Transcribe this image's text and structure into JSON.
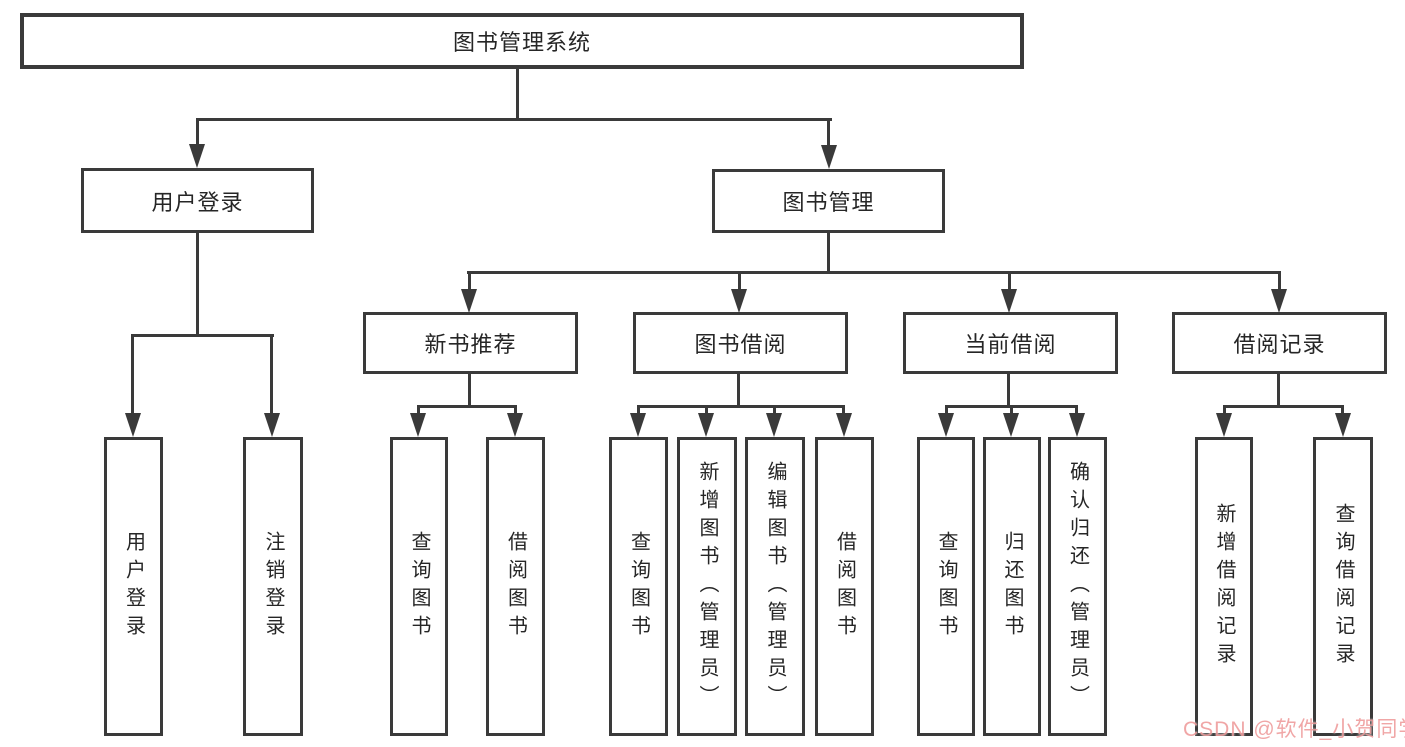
{
  "diagram": {
    "line_color": "#3a3a3a",
    "box_fill": "#ffffff",
    "text_color": "#262626",
    "root": {
      "label": "图书管理系统"
    },
    "level2": [
      {
        "label": "用户登录"
      },
      {
        "label": "图书管理"
      }
    ],
    "level3": [
      {
        "label": "新书推荐"
      },
      {
        "label": "图书借阅"
      },
      {
        "label": "当前借阅"
      },
      {
        "label": "借阅记录"
      }
    ],
    "leaves": {
      "user_login": [
        {
          "label": "用户登录"
        },
        {
          "label": "注销登录"
        }
      ],
      "new_book_recommend": [
        {
          "label": "查询图书"
        },
        {
          "label": "借阅图书"
        }
      ],
      "book_borrow": [
        {
          "label": "查询图书"
        },
        {
          "label": "新增图书（管理员）"
        },
        {
          "label": "编辑图书（管理员）"
        },
        {
          "label": "借阅图书"
        }
      ],
      "current_borrow": [
        {
          "label": "查询图书"
        },
        {
          "label": "归还图书"
        },
        {
          "label": "确认归还（管理员）"
        }
      ],
      "borrow_record": [
        {
          "label": "新增借阅记录"
        },
        {
          "label": "查询借阅记录"
        }
      ]
    }
  },
  "watermark": {
    "text": "CSDN @软件_小贺同学",
    "color": "#ef9d9d"
  }
}
